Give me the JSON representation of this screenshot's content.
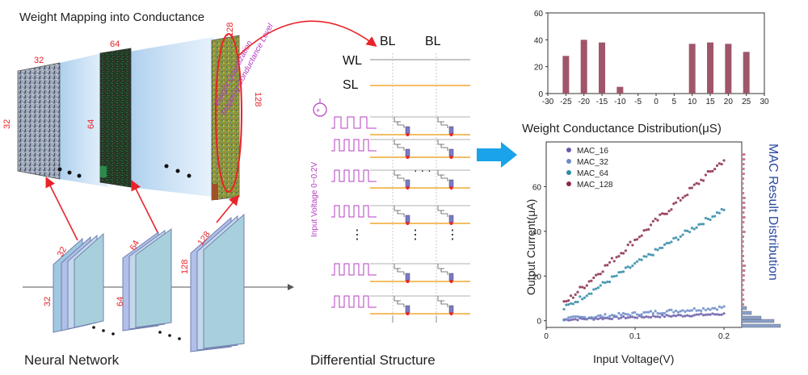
{
  "colors": {
    "red": "#e8242a",
    "purple": "#b43cc0",
    "orange": "#f0a830",
    "blue_arrow": "#1aa3e8",
    "bar": "#a0566a",
    "mac_label": "#2a4aa0",
    "s16": "#6a5aa8",
    "s32": "#6a8ac8",
    "s64": "#2e8aa8",
    "s128": "#8a2a48"
  },
  "mapping": {
    "title": "Weight Mapping into Conductance",
    "labels": {
      "w32": "32",
      "h32": "32",
      "w64": "64",
      "h64": "64",
      "w128": "128",
      "h128": "128"
    },
    "quant1": "Weight Quantization",
    "quant2": "Mapping Conductance Level"
  },
  "network": {
    "caption": "Neural Network",
    "labels": {
      "a_top": "32",
      "a_side": "32",
      "b_top": "64",
      "b_side": "64",
      "c_top": "128",
      "c_side": "128"
    }
  },
  "diff": {
    "caption": "Differential Structure",
    "bl1": "BL",
    "bl2": "BL",
    "wl": "WL",
    "sl": "SL",
    "input_label": "Input Voltage 0~0.2V",
    "ellipsis_h": "· · ·",
    "ellipsis_v": "⋮",
    "rows": [
      {
        "y": 153,
        "sig": 1
      },
      {
        "y": 181,
        "sig": 2
      },
      {
        "y": 219,
        "sig": 3
      },
      {
        "y": 263,
        "sig": 4
      },
      {
        "y": 335,
        "sig": 5
      },
      {
        "y": 375,
        "sig": 6
      }
    ]
  },
  "chart_data": [
    {
      "type": "bar",
      "title": "Weight Conductance Distribution(μS)",
      "x": [
        -25,
        -20,
        -15,
        -10,
        10,
        15,
        20,
        25
      ],
      "values": [
        28,
        40,
        38,
        5,
        37,
        38,
        37,
        31
      ],
      "xlim": [
        -30,
        30
      ],
      "ylim": [
        0,
        60
      ],
      "xticks": [
        "-30",
        "-25",
        "-20",
        "-15",
        "-10",
        "-5",
        "0",
        "5",
        "10",
        "15",
        "20",
        "25",
        "30"
      ],
      "yticks": [
        "0",
        "20",
        "40",
        "60"
      ]
    },
    {
      "type": "scatter",
      "xlabel": "Input Voltage(V)",
      "ylabel": "Output Current(μA)",
      "xlim": [
        0,
        0.22
      ],
      "ylim": [
        -3,
        80
      ],
      "xticks": [
        "0",
        "0.1",
        "0.2"
      ],
      "yticks": [
        "0",
        "20",
        "40",
        "60"
      ],
      "side_label": "MAC Result Distribution",
      "series": [
        {
          "name": "MAC_16",
          "x": [
            0.02,
            0.2
          ],
          "y": [
            0.5,
            3
          ],
          "color": "#6a5aa8"
        },
        {
          "name": "MAC_32",
          "x": [
            0.02,
            0.2
          ],
          "y": [
            0.8,
            6
          ],
          "color": "#6a8ac8"
        },
        {
          "name": "MAC_64",
          "x": [
            0.02,
            0.2
          ],
          "y": [
            5.5,
            50
          ],
          "color": "#2e8aa8"
        },
        {
          "name": "MAC_128",
          "x": [
            0.02,
            0.2
          ],
          "y": [
            7.5,
            72
          ],
          "color": "#8a2a48"
        }
      ]
    }
  ]
}
